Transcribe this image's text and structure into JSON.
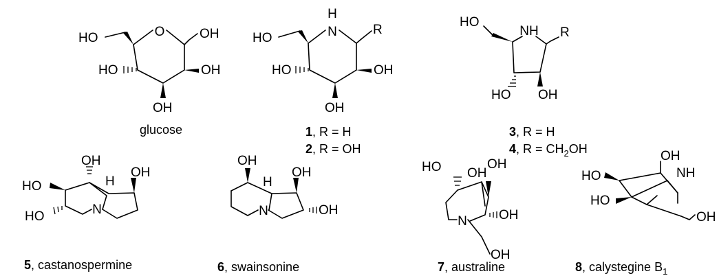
{
  "atoms": {
    "oh": "OH",
    "ho": "HO",
    "nh": "NH",
    "n": "N",
    "h": "H",
    "o": "O",
    "r": "R",
    "r_eq_h": ", R = H",
    "r_eq_oh": ", R = OH",
    "r_eq_ch2oh_pre": ", R = CH",
    "r_eq_ch2oh_sub": "2",
    "r_eq_ch2oh_post": "OH"
  },
  "compounds": [
    {
      "id": "glucose",
      "label": "glucose"
    },
    {
      "id": "1",
      "number": "1"
    },
    {
      "id": "2",
      "number": "2"
    },
    {
      "id": "3",
      "number": "3"
    },
    {
      "id": "4",
      "number": "4"
    },
    {
      "id": "5",
      "number": "5",
      "name": ", castanospermine"
    },
    {
      "id": "6",
      "number": "6",
      "name": ", swainsonine"
    },
    {
      "id": "7",
      "number": "7",
      "name": ", australine"
    },
    {
      "id": "8",
      "number": "8",
      "name": ", calystegine B",
      "subscript": "1"
    }
  ]
}
